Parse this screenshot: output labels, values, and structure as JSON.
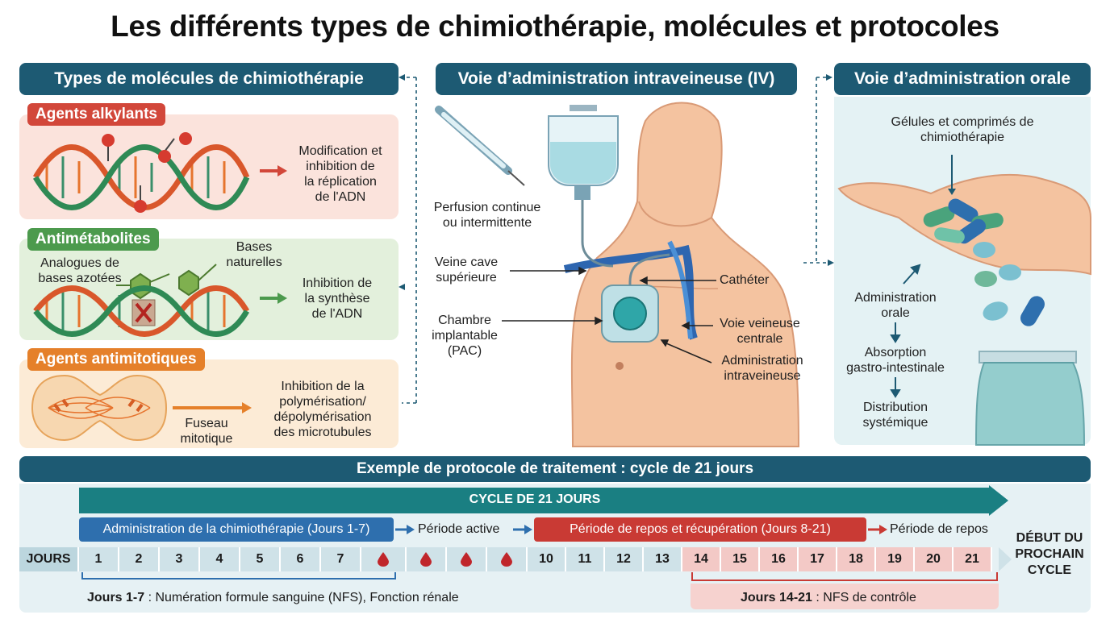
{
  "title": "Les différents types de chimiothérapie, molécules et protocoles",
  "left": {
    "header": "Types de molécules de chimiothérapie",
    "alkylants": {
      "tag": "Agents alkylants",
      "effect": [
        "Modification et",
        "inhibition de",
        "la réplication",
        "de l'ADN"
      ]
    },
    "antimetabolites": {
      "tag": "Antimétabolites",
      "analogues": [
        "Analogues de",
        "bases azotées"
      ],
      "bases": [
        "Bases",
        "naturelles"
      ],
      "effect": [
        "Inhibition de",
        "la synthèse",
        "de l'ADN"
      ]
    },
    "antimitotiques": {
      "tag": "Agents antimitotiques",
      "fuseau": [
        "Fuseau",
        "mitotique"
      ],
      "effect": [
        "Inhibition de la",
        "polymérisation/",
        "dépolymérisation",
        "des microtubules"
      ]
    }
  },
  "middle": {
    "header": "Voie d’administration intraveineuse (IV)",
    "perfusion": [
      "Perfusion continue",
      "ou intermittente"
    ],
    "veine": [
      "Veine cave",
      "supérieure"
    ],
    "chambre": [
      "Chambre",
      "implantable",
      "(PAC)"
    ],
    "catheter": "Cathéter",
    "voie": [
      "Voie veineuse",
      "centrale"
    ],
    "admin_iv": [
      "Administration",
      "intraveineuse"
    ]
  },
  "right": {
    "header": "Voie d’administration orale",
    "gelules": [
      "Gélules et comprimés de",
      "chimiothérapie"
    ],
    "steps": [
      [
        "Administration",
        "orale"
      ],
      [
        "Absorption",
        "gastro-intestinale"
      ],
      [
        "Distribution",
        "systémique"
      ]
    ]
  },
  "timeline": {
    "header": "Exemple de protocole de traitement : cycle de 21 jours",
    "cycle": "CYCLE DE 21 JOURS",
    "admin": "Administration de la chimiothérapie (Jours 1-7)",
    "active": "Période active",
    "repos_bar": "Période de repos et récupération (Jours 8-21)",
    "repos": "Période de repos",
    "next": [
      "DÉBUT DU",
      "PROCHAIN",
      "CYCLE"
    ],
    "jours_label": "JOURS",
    "days": [
      "1",
      "2",
      "3",
      "4",
      "5",
      "6",
      "7",
      "",
      "",
      "",
      "",
      "10",
      "11",
      "12",
      "13",
      "14",
      "15",
      "16",
      "17",
      "18",
      "19",
      "20",
      "21"
    ],
    "note1_bold": "Jours 1-7",
    "note1": " : Numération formule sanguine (NFS), Fonction rénale",
    "note2_bold": "Jours 14-21",
    "note2": " : NFS de contrôle"
  },
  "colors": {
    "navy": "#1d5a73",
    "teal": "#1a7f82",
    "blue": "#2e6fae",
    "red": "#c93a34",
    "alkyl": "#d2473a",
    "anti": "#4c9a4d",
    "mito": "#e5802a"
  }
}
